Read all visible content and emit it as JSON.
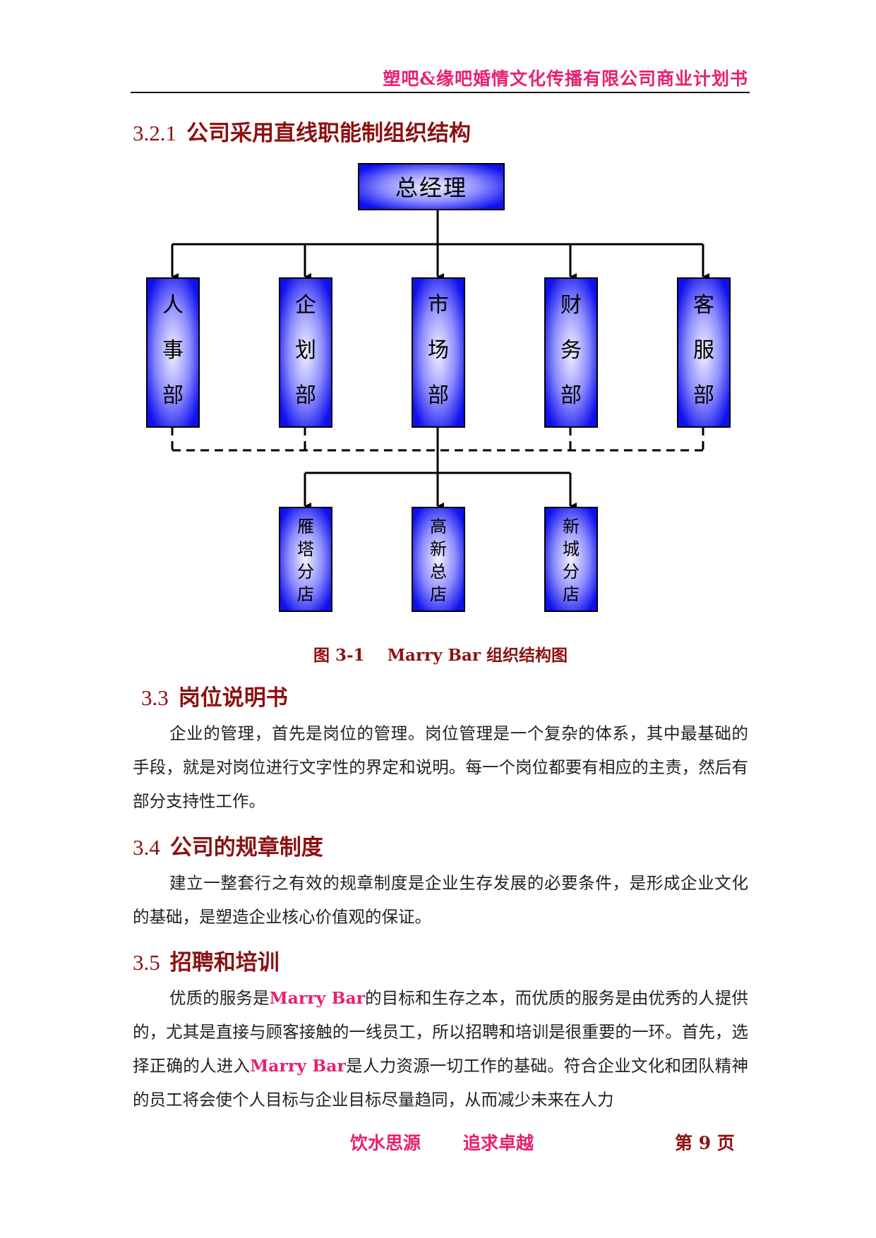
{
  "header": {
    "title": "塑吧&缘吧婚情文化传播有限公司商业计划书"
  },
  "section_321": {
    "number": "3.2.1",
    "title": "公司采用直线职能制组织结构"
  },
  "org_chart": {
    "top": "总经理",
    "departments": [
      "人事部",
      "企划部",
      "市场部",
      "财务部",
      "客服部"
    ],
    "branches": [
      "雁塔分店",
      "高新总店",
      "新城分店"
    ],
    "colors": {
      "box_edge": "#1010ee",
      "box_center": "#f2f2ff",
      "line": "#000000"
    }
  },
  "figure": {
    "label": "图 3-1",
    "caption": "Marry Bar 组织结构图"
  },
  "section_33": {
    "number": "3.3",
    "title": "岗位说明书",
    "body": "企业的管理，首先是岗位的管理。岗位管理是一个复杂的体系，其中最基础的手段，就是对岗位进行文字性的界定和说明。每一个岗位都要有相应的主责，然后有部分支持性工作。"
  },
  "section_34": {
    "number": "3.4",
    "title": "公司的规章制度",
    "body": "建立一整套行之有效的规章制度是企业生存发展的必要条件，是形成企业文化的基础，是塑造企业核心价值观的保证。"
  },
  "section_35": {
    "number": "3.5",
    "title": "招聘和培训",
    "body_1": "优质的服务是",
    "brand_1": "Marry Bar",
    "body_2": "的目标和生存之本，而优质的服务是由优秀的人提供的，尤其是直接与顾客接触的一线员工，所以招聘和培训是很重要的一环。首先，选择正确的人进入",
    "brand_2": "Marry Bar",
    "body_3": "是人力资源一切工作的基础。符合企业文化和团队精神的员工将会使个人目标与企业目标尽量趋同，从而减少未来在人力"
  },
  "footer": {
    "motto_1": "饮水思源",
    "motto_2": "追求卓越",
    "page_label": "第 9 页"
  },
  "colors": {
    "brand_pink": "#e8206f",
    "heading_red": "#8b1111"
  }
}
